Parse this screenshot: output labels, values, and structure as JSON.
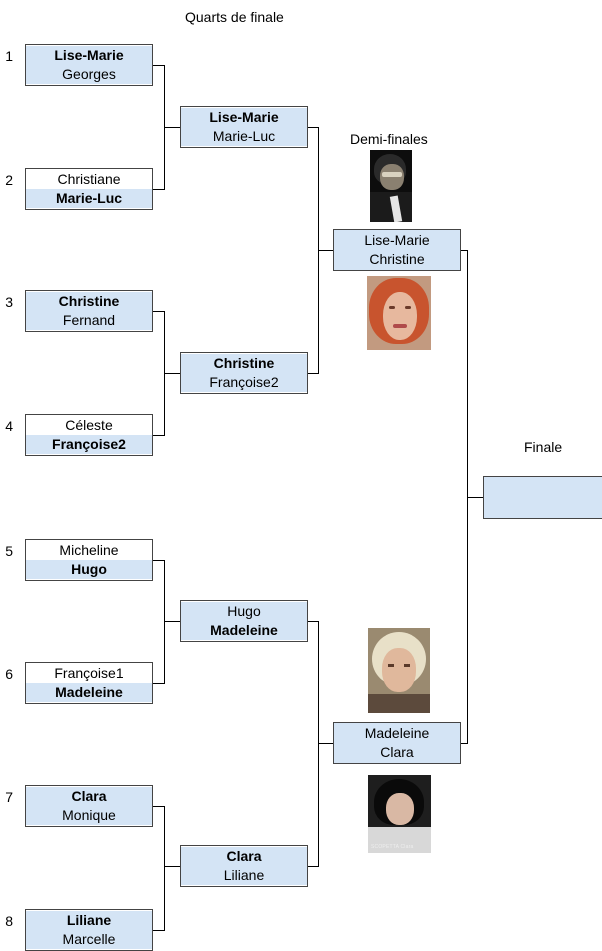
{
  "headers": {
    "quarter": "Quarts de finale",
    "semi": "Demi-finales",
    "final": "Finale"
  },
  "round1": [
    {
      "seed": "1",
      "top": "Lise-Marie",
      "bottom": "Georges",
      "winner": "top"
    },
    {
      "seed": "2",
      "top": "Christiane",
      "bottom": "Marie-Luc",
      "winner": "bottom"
    },
    {
      "seed": "3",
      "top": "Christine",
      "bottom": "Fernand",
      "winner": "top"
    },
    {
      "seed": "4",
      "top": "Céleste",
      "bottom": "Françoise2",
      "winner": "bottom"
    },
    {
      "seed": "5",
      "top": "Micheline",
      "bottom": "Hugo",
      "winner": "bottom"
    },
    {
      "seed": "6",
      "top": "Françoise1",
      "bottom": "Madeleine",
      "winner": "bottom"
    },
    {
      "seed": "7",
      "top": "Clara",
      "bottom": "Monique",
      "winner": "top"
    },
    {
      "seed": "8",
      "top": "Liliane",
      "bottom": "Marcelle",
      "winner": "top"
    }
  ],
  "round2": [
    {
      "top": "Lise-Marie",
      "bottom": "Marie-Luc",
      "winner": "top"
    },
    {
      "top": "Christine",
      "bottom": "Françoise2",
      "winner": "top"
    },
    {
      "top": "Hugo",
      "bottom": "Madeleine",
      "winner": "bottom"
    },
    {
      "top": "Clara",
      "bottom": "Liliane",
      "winner": "top"
    }
  ],
  "round3": [
    {
      "top": "Lise-Marie",
      "bottom": "Christine"
    },
    {
      "top": "Madeleine",
      "bottom": "Clara"
    }
  ],
  "final": {
    "top": "",
    "bottom": ""
  },
  "photo_caption": "SCOPETTA Clara"
}
